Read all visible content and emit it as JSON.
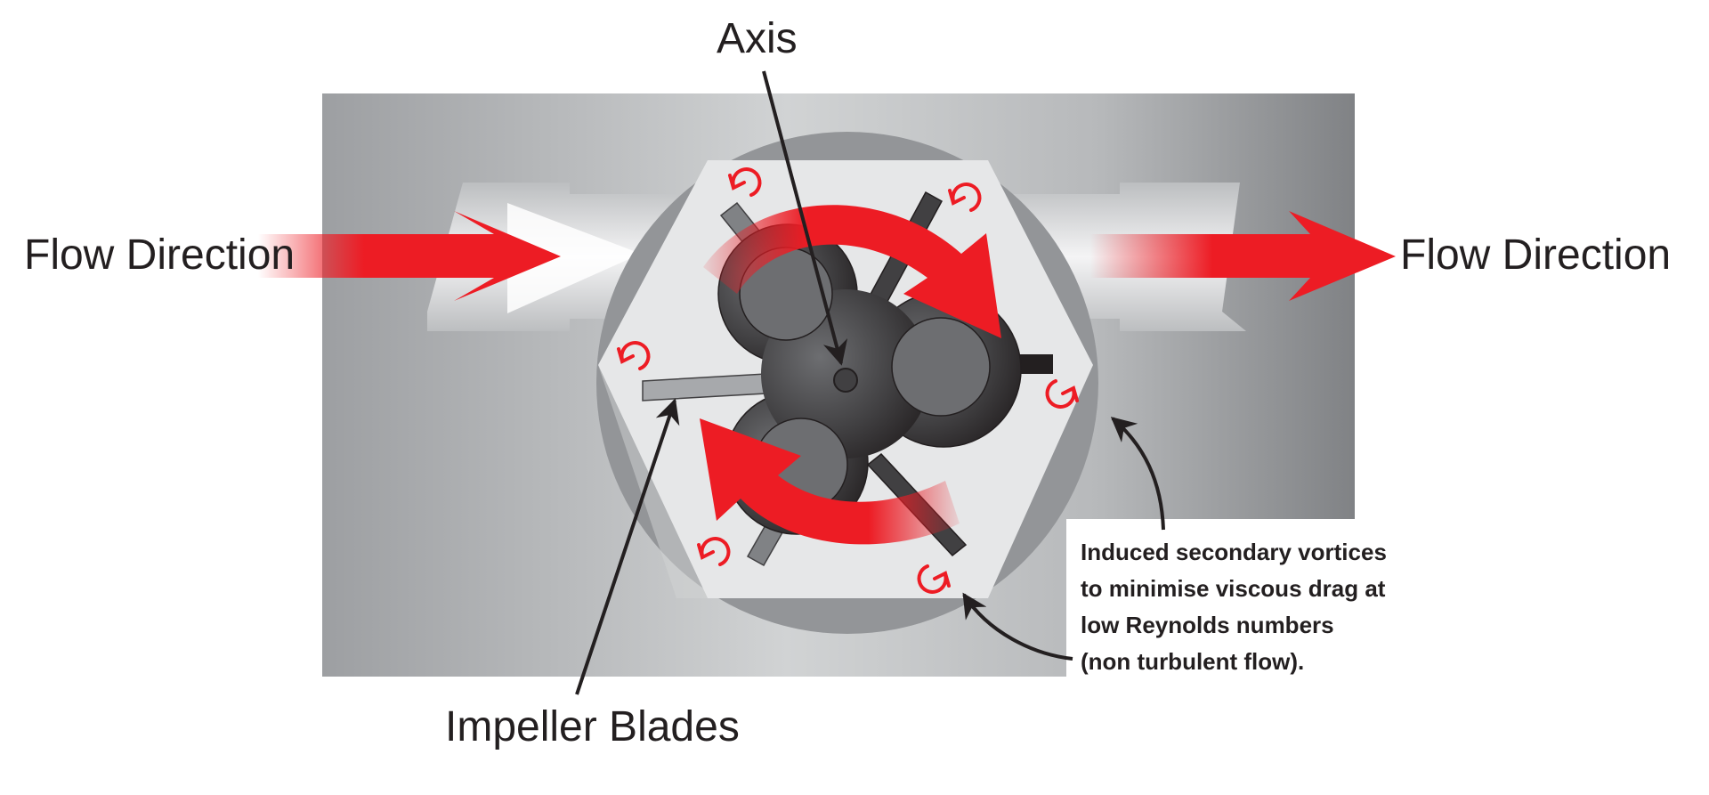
{
  "labels": {
    "axis": "Axis",
    "flow_left": "Flow Direction",
    "flow_right": "Flow Direction",
    "impeller": "Impeller Blades"
  },
  "note": {
    "lines": [
      "Induced secondary vortices",
      "to minimise viscous drag at",
      "low Reynolds numbers",
      "(non turbulent flow)."
    ]
  },
  "icons": [
    "flow-arrow-icon",
    "rotation-arrow-icon",
    "vortex-icon",
    "pointer-arrow-icon"
  ],
  "colors": {
    "flow_red": "#ed1c24",
    "ink": "#231f20",
    "body_gray": "#a7a9ac",
    "chamber": "#e6e7e8",
    "rotor_dark": "#3a3a3c"
  }
}
